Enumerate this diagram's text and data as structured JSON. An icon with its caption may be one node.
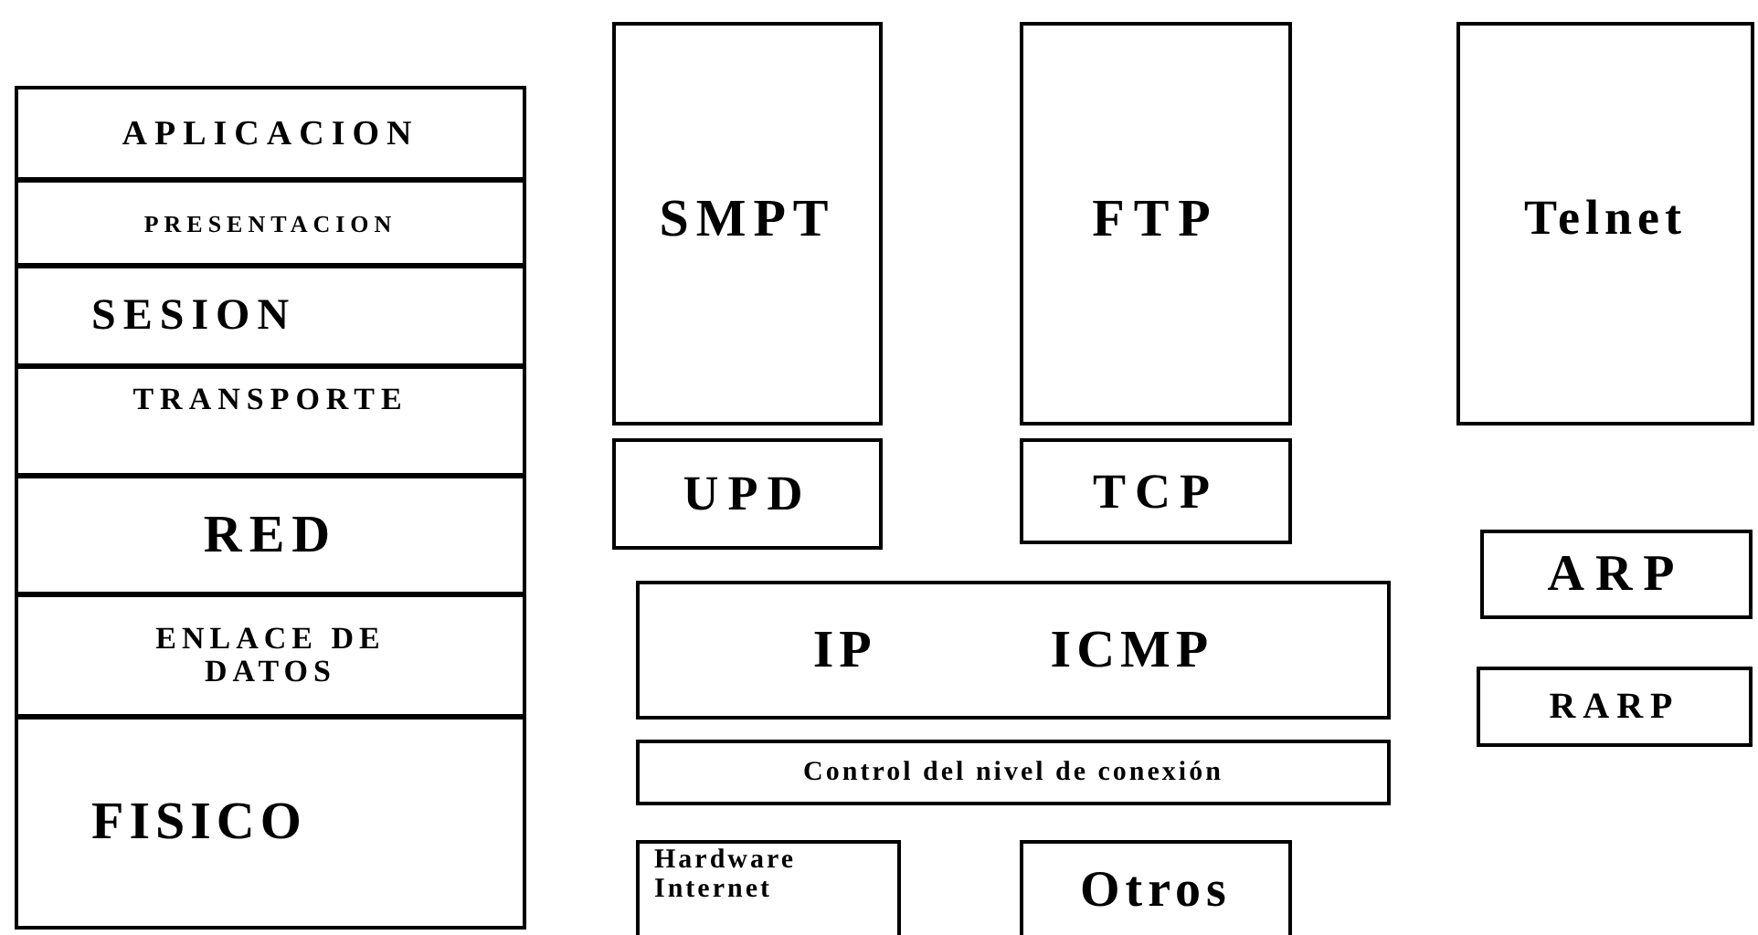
{
  "diagram": {
    "nodes": [
      {
        "text": [
          "APLICACION"
        ]
      },
      {
        "text": [
          "PRESENTACION"
        ]
      },
      {
        "text": [
          "SESION"
        ]
      },
      {
        "text": [
          "TRANSPORTE"
        ]
      },
      {
        "text": [
          "RED"
        ]
      },
      {
        "text": [
          "ENLACE DE DATOS"
        ]
      },
      {
        "text": [
          "FISICO"
        ]
      },
      {
        "text": [
          "SMPT"
        ]
      },
      {
        "text": [
          "FTP"
        ]
      },
      {
        "text": [
          "Telnet"
        ]
      },
      {
        "text": [
          "UPD"
        ]
      },
      {
        "text": [
          "TCP"
        ]
      },
      {
        "text": [
          "ARP"
        ]
      },
      {
        "text": [
          "IP",
          "ICMP"
        ]
      },
      {
        "text": [
          "RARP"
        ]
      },
      {
        "text": [
          "Control del nivel de conexión"
        ]
      },
      {
        "text": [
          "Hardware Internet"
        ]
      },
      {
        "text": [
          "Otros"
        ]
      }
    ],
    "edges": []
  }
}
